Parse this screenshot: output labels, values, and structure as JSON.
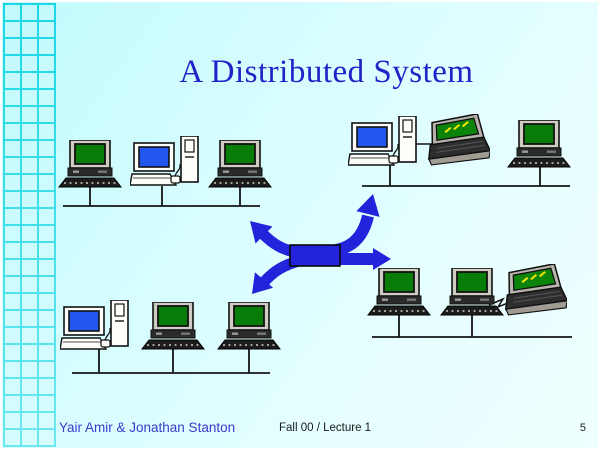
{
  "slide": {
    "title": "A Distributed System",
    "page_number": "5"
  },
  "footer": {
    "authors": "Yair Amir & Jonathan Stanton",
    "course": "Fall 00 / Lecture 1"
  },
  "colors": {
    "background_cyan": "#CCFEFF",
    "grid_cyan": "#10D6E4",
    "title_blue": "#2222C8",
    "authors_blue": "#3A3ACC",
    "arrow_blue": "#2323DC",
    "screen_green": "#077D07",
    "screen_blue": "#2356EE",
    "line_black": "#141414"
  },
  "diagram": {
    "description": "Four local area networks of computers connected through a central message-routing hub with blue arrows",
    "hub": "central-router-arrows",
    "networks": [
      {
        "position": "top-left",
        "machines": [
          "desktop",
          "workstation-with-tower",
          "desktop"
        ]
      },
      {
        "position": "top-right",
        "machines": [
          "workstation-with-tower",
          "laptop",
          "desktop"
        ]
      },
      {
        "position": "bottom-left",
        "machines": [
          "workstation-with-tower",
          "desktop",
          "desktop"
        ]
      },
      {
        "position": "bottom-right",
        "machines": [
          "desktop",
          "desktop",
          "laptop"
        ]
      }
    ]
  }
}
